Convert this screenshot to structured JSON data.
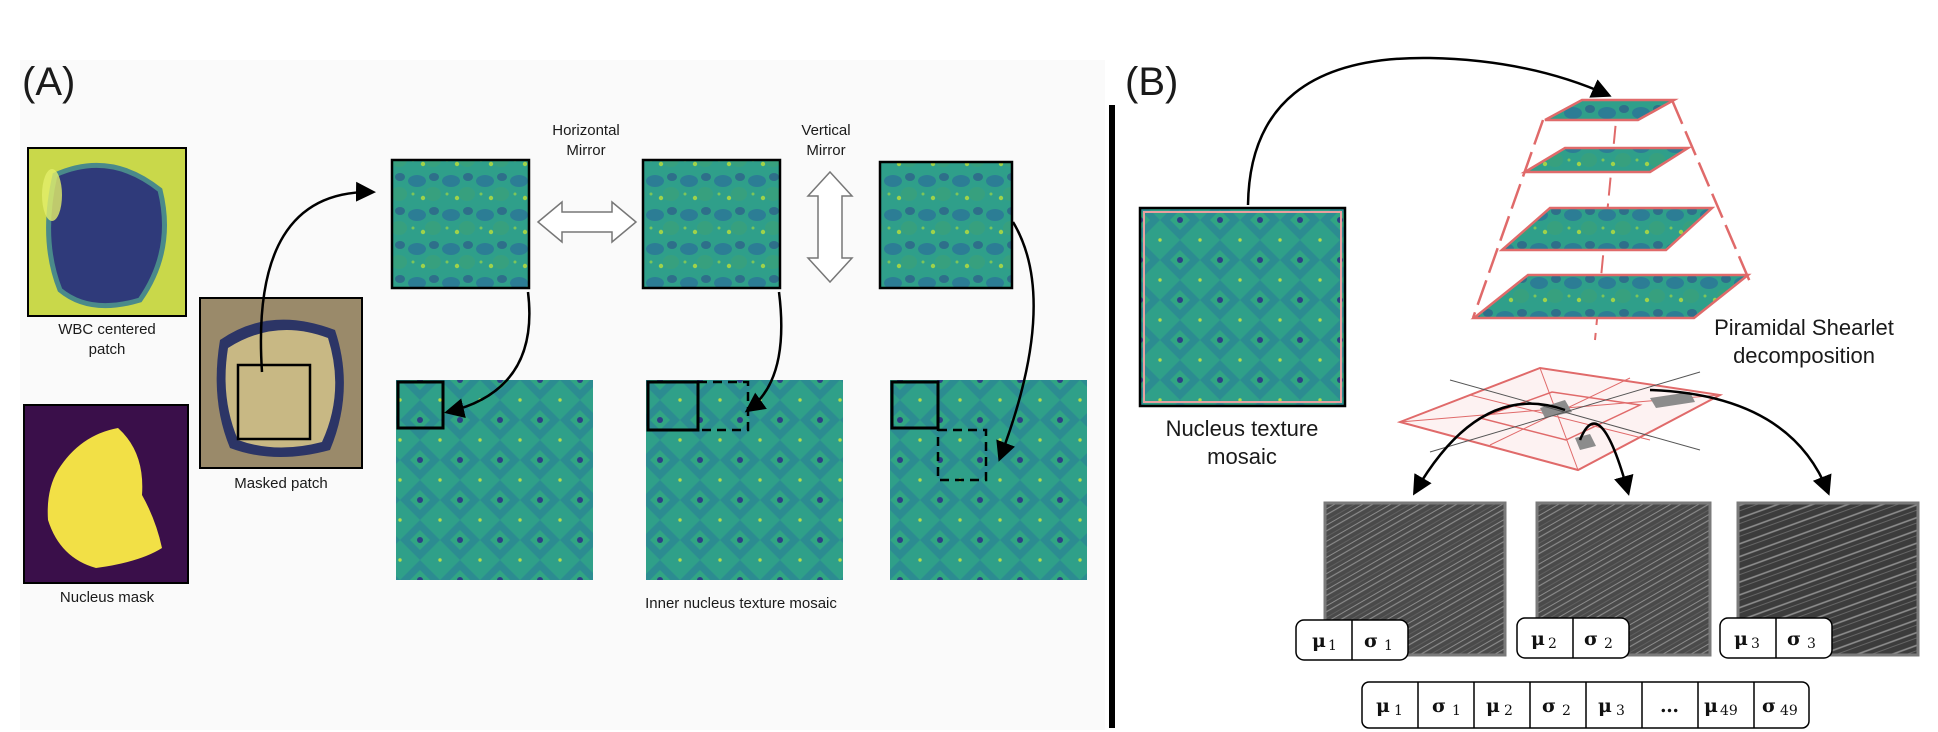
{
  "panel_a": {
    "label": "(A)",
    "wbc_caption_1": "WBC centered",
    "wbc_caption_2": "patch",
    "mask_caption": "Nucleus mask",
    "masked_caption": "Masked patch",
    "hmirror_1": "Horizontal",
    "hmirror_2": "Mirror",
    "vmirror_1": "Vertical",
    "vmirror_2": "Mirror",
    "mosaic_caption": "Inner nucleus texture mosaic"
  },
  "panel_b": {
    "label": "(B)",
    "mosaic_caption_1": "Nucleus texture",
    "mosaic_caption_2": "mosaic",
    "shearlet_1": "Piramidal Shearlet",
    "shearlet_2": "decomposition",
    "feature_pairs": [
      {
        "mu": "μ",
        "mu_sub": "1",
        "sigma": "σ",
        "sigma_sub": "1"
      },
      {
        "mu": "μ",
        "mu_sub": "2",
        "sigma": "σ",
        "sigma_sub": "2"
      },
      {
        "mu": "μ",
        "mu_sub": "3",
        "sigma": "σ",
        "sigma_sub": "3"
      }
    ],
    "feature_vector": [
      "μ",
      "1",
      "σ",
      "1",
      "μ",
      "2",
      "σ",
      "2",
      "μ",
      "3",
      "…",
      "μ",
      "49",
      "σ",
      "49"
    ]
  },
  "colors": {
    "texture_base": "#2f9f8a",
    "texture_dark": "#2d4f8a",
    "texture_light": "#9fd24a",
    "pyramid_red": "#e06a6a",
    "wbc_bg": "#c9d84a",
    "mask_bg": "#3a0f4a",
    "mask_fg": "#f2e046"
  }
}
